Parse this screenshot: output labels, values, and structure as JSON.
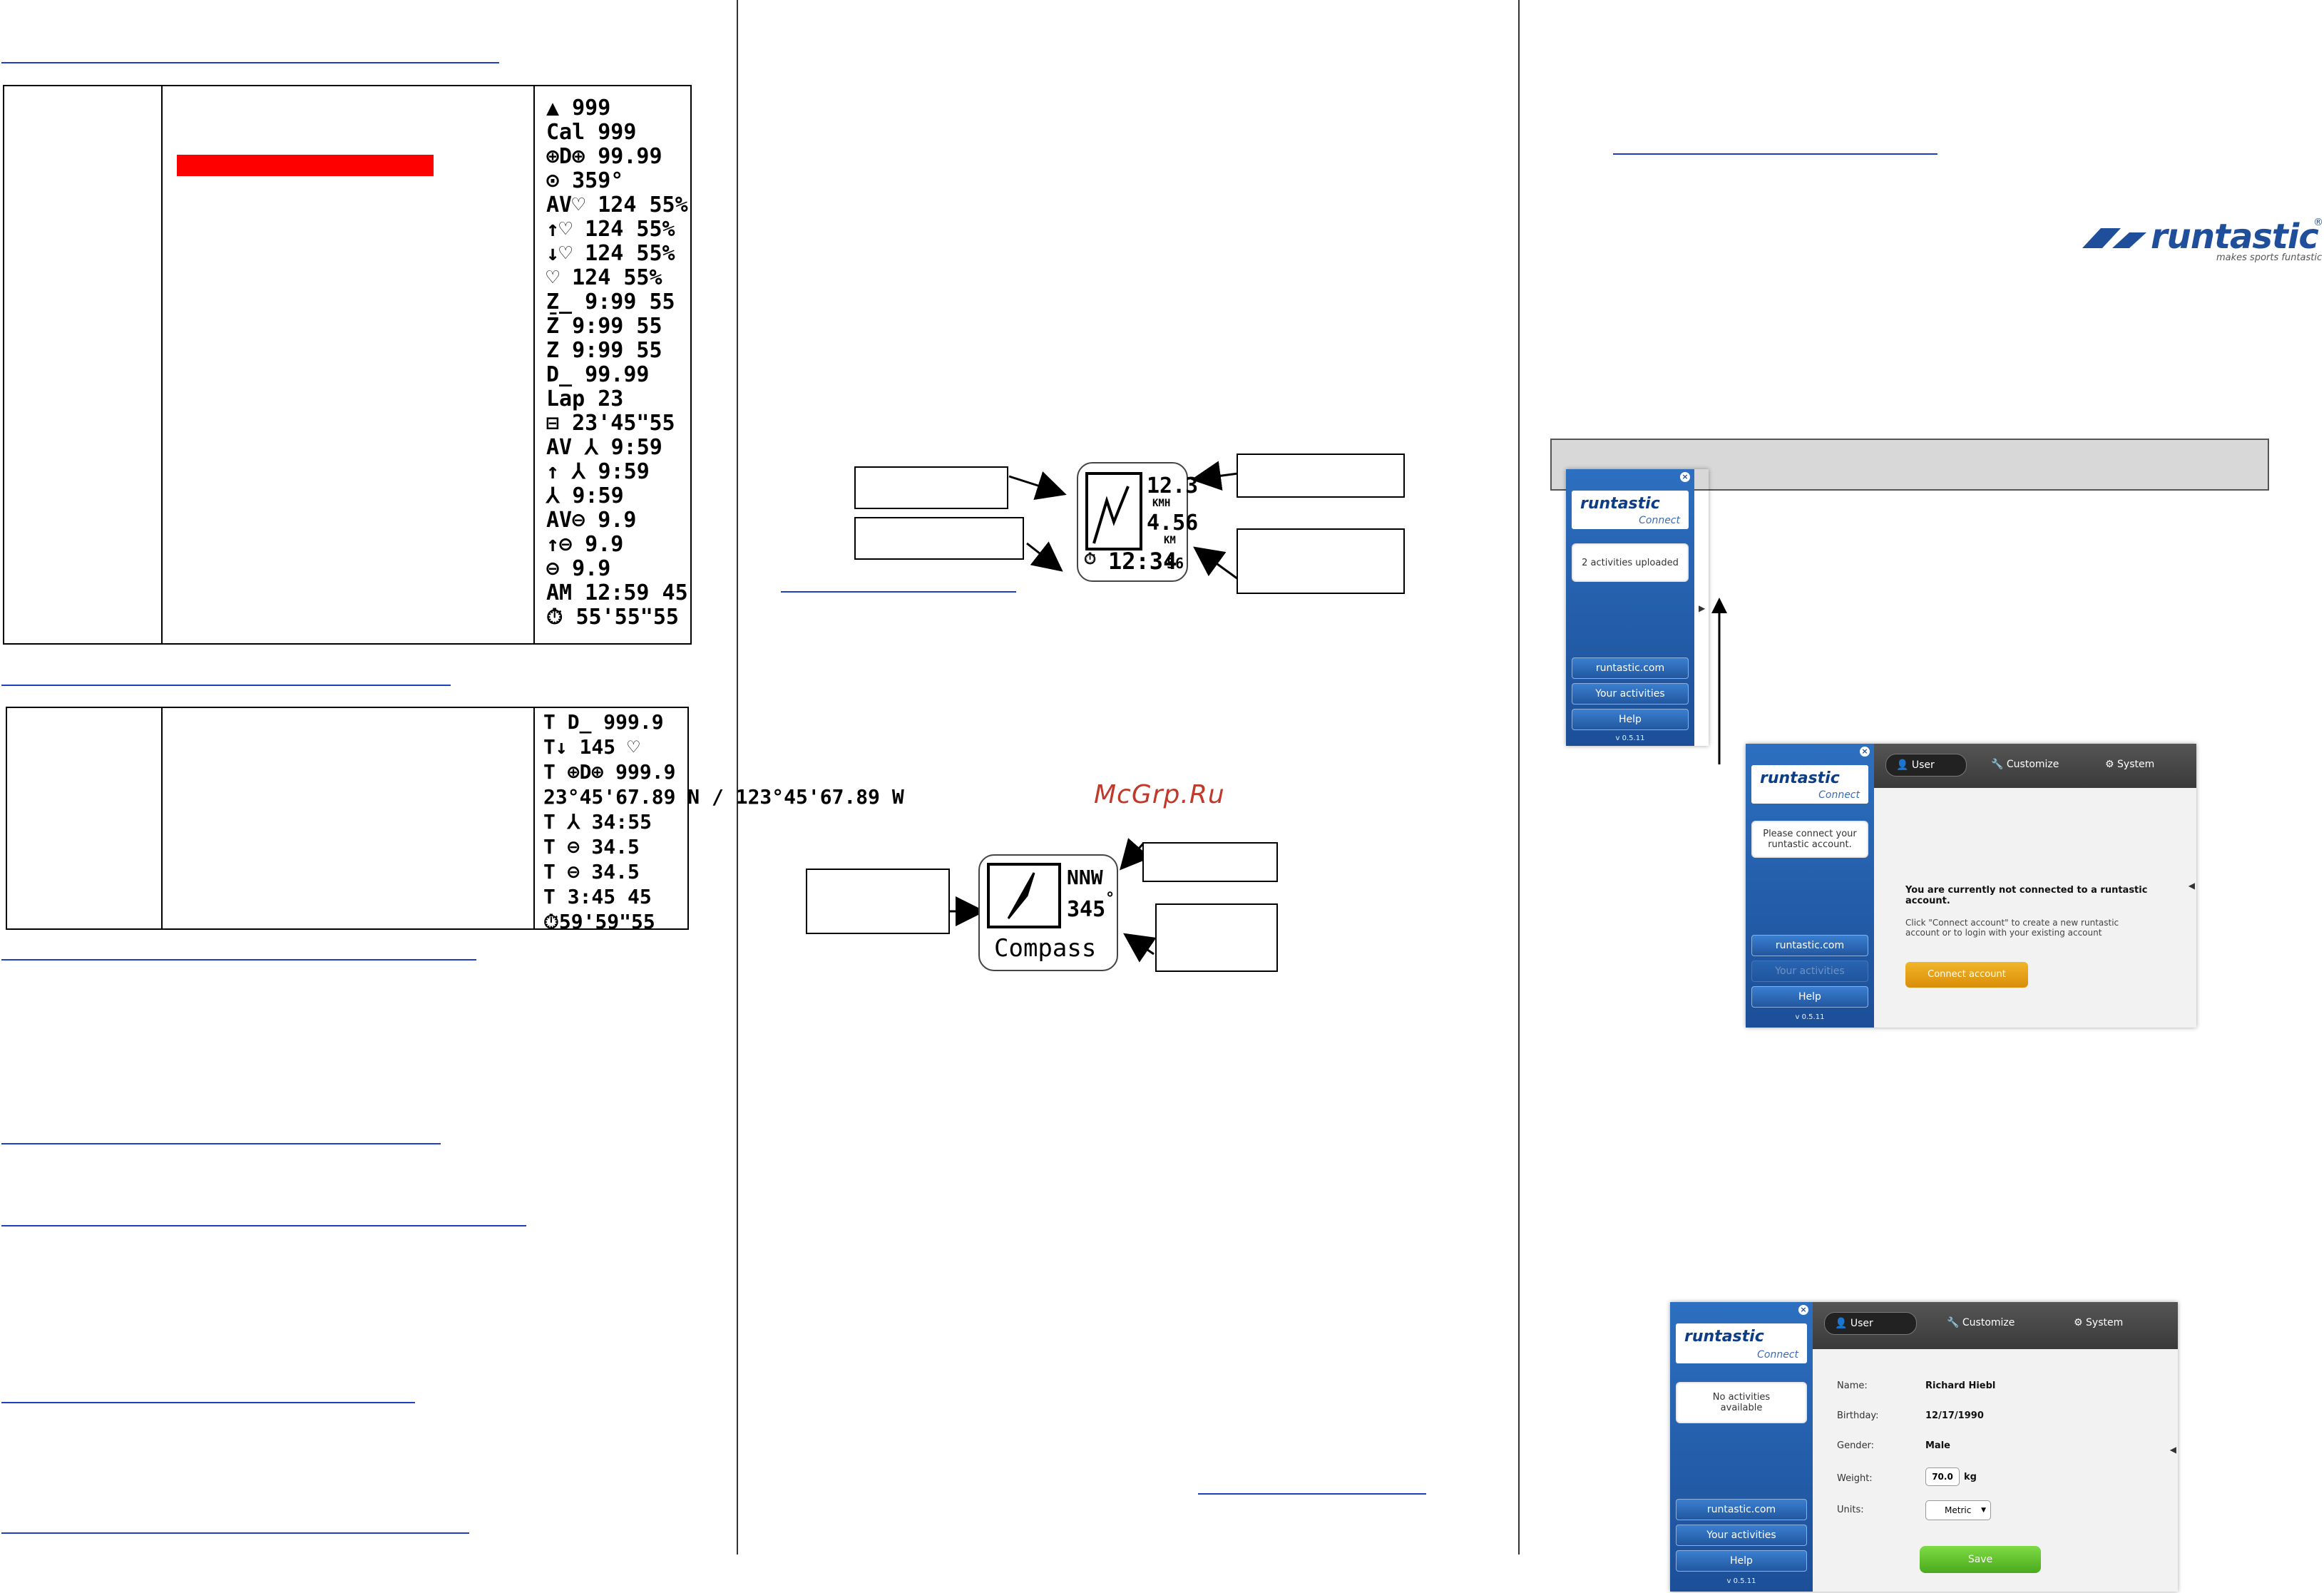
{
  "watermark": "McGrp.Ru",
  "table1": {
    "rows": [
      "▲ 999",
      "Cal 999",
      "⊕D⊕ 99.99",
      "⊙ 359°",
      "AV♡ 124 55%",
      "↑♡ 124 55%",
      "↓♡ 124 55%",
      "♡ 124 55%",
      "Z̲ 9:99 55",
      "Z̄ 9:99 55",
      "Z 9:99 55",
      "D̲ 99.99",
      "Lap 23",
      "⊟ 23'45\"55",
      "AV ⅄ 9:59",
      "↑ ⅄ 9:59",
      "⅄ 9:59",
      "AV⊖ 9.9",
      "↑⊖ 9.9",
      "⊖ 9.9",
      "AM 12:59 45",
      "⏱ 55'55\"55"
    ]
  },
  "table2": {
    "rows": [
      "T D̲ 999.9",
      "T↓ 145 ♡",
      "T ⊕D⊕ 999.9",
      "23°45'67.89 N / 123°45'67.89 W",
      "T ⅄ 34:55",
      "T ⊖ 34.5",
      "T ⊖ 34.5",
      "T 3:45 45",
      "⏱59'59\"55"
    ]
  },
  "watch1": {
    "top_value": "12.3",
    "top_unit": "KMH",
    "mid_value": "4.56",
    "mid_unit": "KM",
    "time": "12:34",
    "time_seconds": "56"
  },
  "watch2": {
    "heading": "NNW",
    "degrees": "345",
    "degree_symbol": "°",
    "label": "Compass"
  },
  "runtastic_logo": {
    "brand": "runtastic",
    "registered": "®",
    "tagline": "makes sports funtastic"
  },
  "window_small": {
    "logo": "runtastic",
    "logo_sub": "Connect",
    "message": "2 activities uploaded",
    "nav": [
      "runtastic.com",
      "Your activities",
      "Help"
    ],
    "version": "v 0.5.11"
  },
  "window_connect": {
    "logo": "runtastic",
    "logo_sub": "Connect",
    "message": "Please connect your runtastic account.",
    "nav": [
      "runtastic.com",
      "Your activities",
      "Help"
    ],
    "version": "v 0.5.11",
    "tabs": [
      "User",
      "Customize",
      "System"
    ],
    "heading": "You are currently not connected to a runtastic account.",
    "body": "Click \"Connect account\" to create a new runtastic account or to login with your existing account",
    "button": "Connect account"
  },
  "window_user": {
    "logo": "runtastic",
    "logo_sub": "Connect",
    "message": "No activities available",
    "nav": [
      "runtastic.com",
      "Your activities",
      "Help"
    ],
    "version": "v 0.5.11",
    "tabs": [
      "User",
      "Customize",
      "System"
    ],
    "fields": {
      "name_label": "Name:",
      "name": "Richard Hiebl",
      "birthday_label": "Birthday:",
      "birthday": "12/17/1990",
      "gender_label": "Gender:",
      "gender": "Male",
      "weight_label": "Weight:",
      "weight": "70.0",
      "weight_unit": "kg",
      "units_label": "Units:",
      "units": "Metric"
    },
    "save": "Save"
  },
  "colors": {
    "red_bar": "#ff0000",
    "link_blue": "#1f3fbf",
    "save_green": "#5cbf2a",
    "connect_orange": "#e8a10f"
  }
}
